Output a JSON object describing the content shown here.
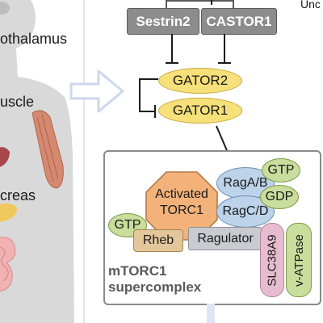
{
  "left_panel": {
    "organs": [
      {
        "key": "hypothalamus",
        "text": "othalamus"
      },
      {
        "key": "muscle",
        "text": "uscle"
      },
      {
        "key": "pancreas",
        "text": "creas"
      }
    ]
  },
  "top_right_text": "Unc",
  "nutrient_sensors": [
    "Sestrin2",
    "CASTOR1"
  ],
  "gator": [
    "GATOR2",
    "GATOR1"
  ],
  "complex": {
    "title_line1": "mTORC1",
    "title_line2": "supercomplex",
    "activated_torc1": [
      "Activated",
      "TORC1"
    ],
    "ragab": "RagA/B",
    "ragcd": "RagC/D",
    "gtp_top": "GTP",
    "gdp": "GDP",
    "gtp_left": "GTP",
    "rheb": "Rheb",
    "ragulator": "Ragulator",
    "slc": "SLC38A9",
    "vatpase": "v-ATPase"
  },
  "colors": {
    "gator_fill": "#f6e07a",
    "sensor_fill": "#8c8c8c",
    "torc1_fill": "#f2b27a",
    "rag_fill": "#bcd3ea",
    "nucleotide_fill": "#c9dd9c",
    "slc_fill": "#e7bcd0",
    "vatpase_fill": "#c9dd9c"
  }
}
